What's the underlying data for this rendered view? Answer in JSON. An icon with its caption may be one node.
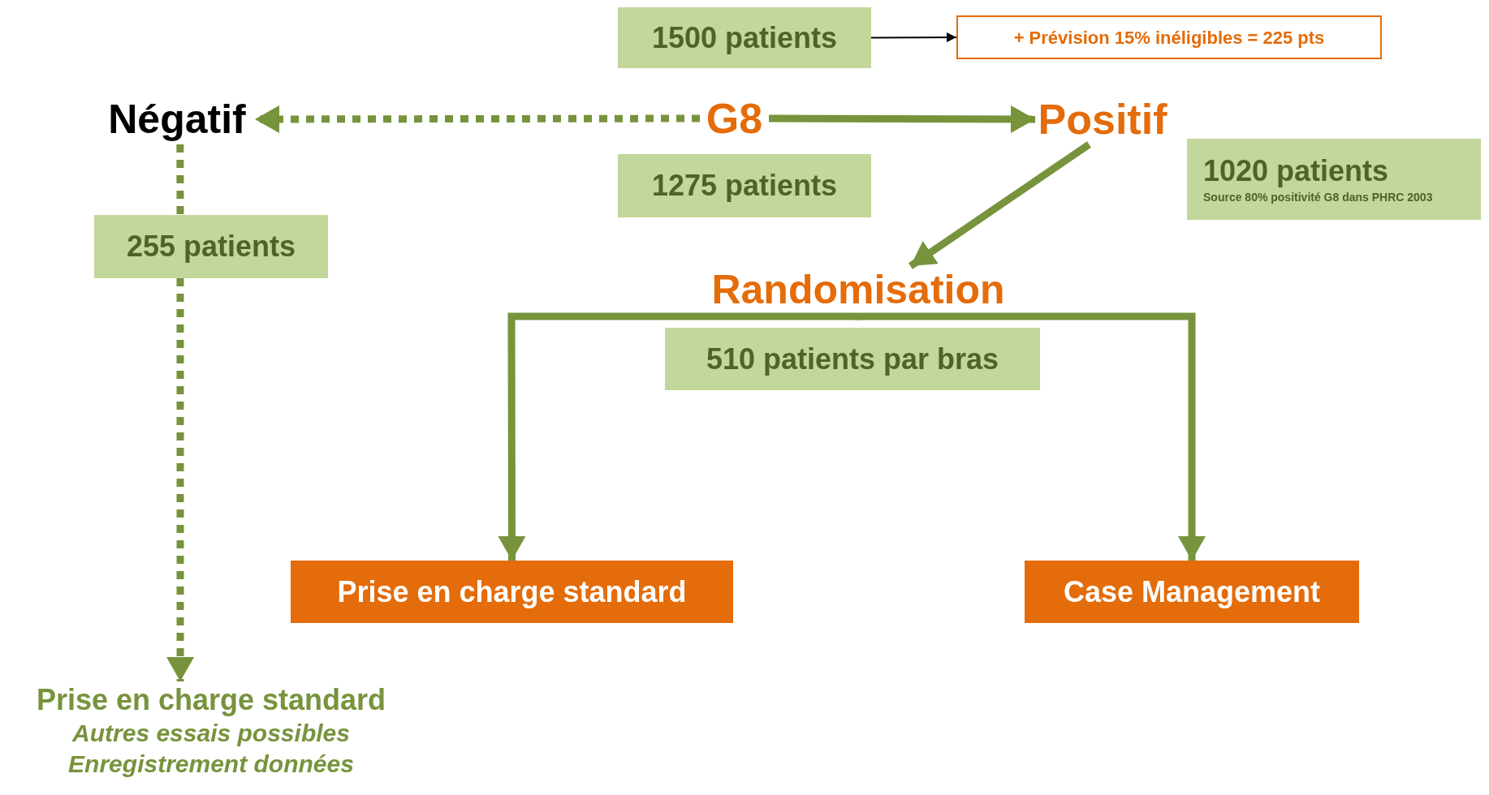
{
  "diagram": {
    "nodes": [
      {
        "text": [
          "1500 patients"
        ]
      },
      {
        "text": [
          "+ Prévision 15% inéligibles = 225 pts"
        ]
      },
      {
        "text": [
          "Négatif"
        ]
      },
      {
        "text": [
          "G8"
        ]
      },
      {
        "text": [
          "Positif"
        ]
      },
      {
        "text": [
          "1275 patients"
        ]
      },
      {
        "text": [
          "1020 patients",
          "Source 80% positivité G8 dans PHRC 2003"
        ]
      },
      {
        "text": [
          "255 patients"
        ]
      },
      {
        "text": [
          "Randomisation"
        ]
      },
      {
        "text": [
          "510 patients par bras"
        ]
      },
      {
        "text": [
          "Prise en charge standard"
        ]
      },
      {
        "text": [
          "Case Management"
        ]
      },
      {
        "text": [
          "Prise en charge standard",
          "Autres essais possibles",
          "Enregistrement données"
        ]
      }
    ],
    "edges": [
      {
        "from": 0,
        "to": 1,
        "arrow": "to",
        "color": "#000000"
      },
      {
        "from": 3,
        "to": 2,
        "arrow": "to",
        "style": "dashed"
      },
      {
        "from": 3,
        "to": 4,
        "arrow": "to"
      },
      {
        "from": 4,
        "to": 8,
        "arrow": "to"
      },
      {
        "from": 8,
        "to": 10,
        "arrow": "to"
      },
      {
        "from": 8,
        "to": 11,
        "arrow": "to"
      },
      {
        "from": 2,
        "to": 7,
        "arrow": "none",
        "style": "dashed"
      },
      {
        "from": 7,
        "to": 12,
        "arrow": "to",
        "style": "dashed"
      }
    ]
  }
}
